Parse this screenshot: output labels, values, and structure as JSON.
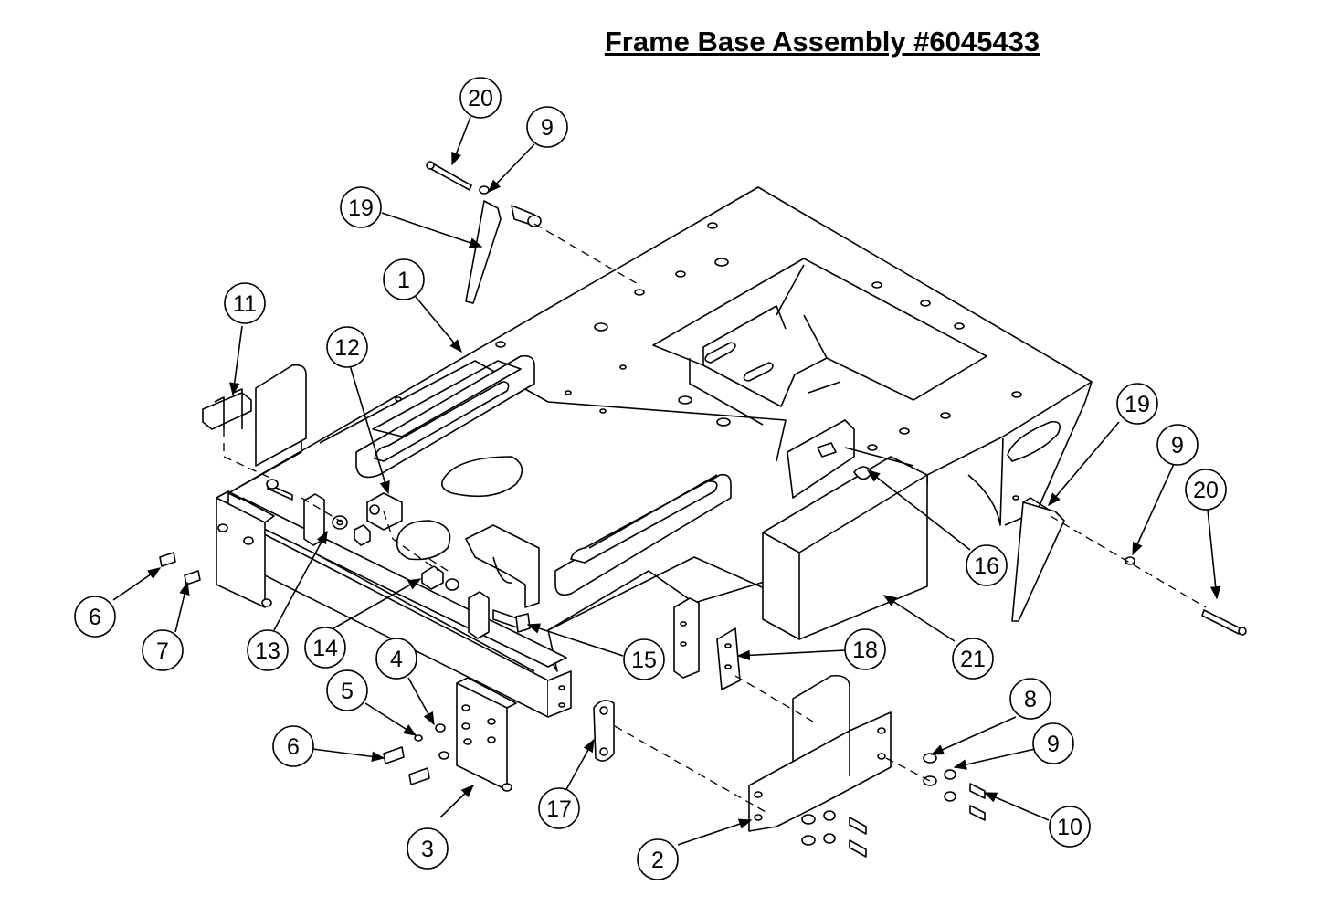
{
  "title": "Frame Base Assembly #6045433",
  "callouts": [
    {
      "id": "c20a",
      "label": "20"
    },
    {
      "id": "c9a",
      "label": "9"
    },
    {
      "id": "c19a",
      "label": "19"
    },
    {
      "id": "c1",
      "label": "1"
    },
    {
      "id": "c11",
      "label": "11"
    },
    {
      "id": "c12",
      "label": "12"
    },
    {
      "id": "c19b",
      "label": "19"
    },
    {
      "id": "c9b",
      "label": "9"
    },
    {
      "id": "c20b",
      "label": "20"
    },
    {
      "id": "c16",
      "label": "16"
    },
    {
      "id": "c6a",
      "label": "6"
    },
    {
      "id": "c7",
      "label": "7"
    },
    {
      "id": "c13",
      "label": "13"
    },
    {
      "id": "c14",
      "label": "14"
    },
    {
      "id": "c15",
      "label": "15"
    },
    {
      "id": "c18",
      "label": "18"
    },
    {
      "id": "c21",
      "label": "21"
    },
    {
      "id": "c4",
      "label": "4"
    },
    {
      "id": "c5",
      "label": "5"
    },
    {
      "id": "c6b",
      "label": "6"
    },
    {
      "id": "c8",
      "label": "8"
    },
    {
      "id": "c9c",
      "label": "9"
    },
    {
      "id": "c17",
      "label": "17"
    },
    {
      "id": "c3",
      "label": "3"
    },
    {
      "id": "c10",
      "label": "10"
    },
    {
      "id": "c2",
      "label": "2"
    }
  ]
}
